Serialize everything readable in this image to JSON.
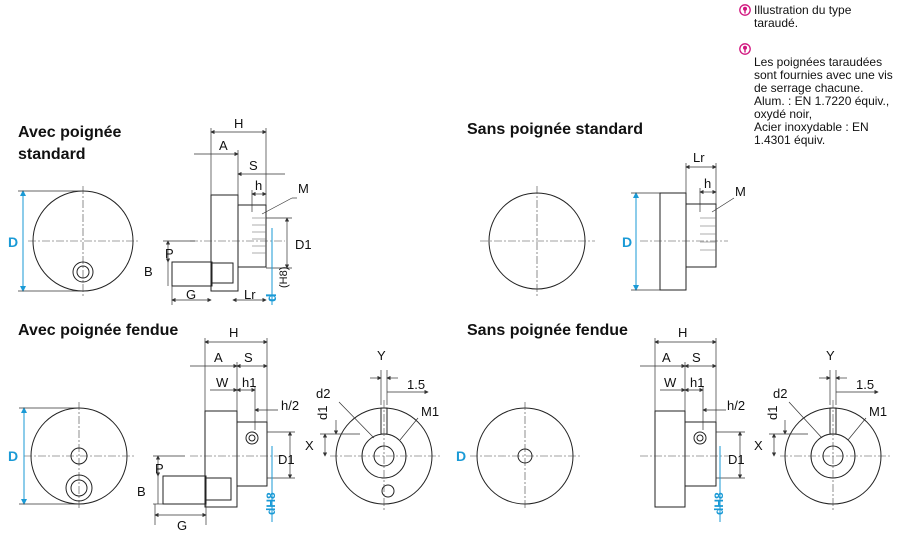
{
  "sections": {
    "avec_standard": "Avec poignée\nstandard",
    "sans_standard": "Sans poignée standard",
    "avec_fendue": "Avec poignée fendue",
    "sans_fendue": "Sans poignée fendue"
  },
  "notes": [
    "Illustration du type taraudé.",
    "Les poignées taraudées sont fournies avec une vis de serrage chacune.\nAlum. : EN 1.7220 équiv., oxydé noir,\nAcier inoxydable : EN 1.4301 équiv."
  ],
  "labels": {
    "H": "H",
    "A": "A",
    "S": "S",
    "h": "h",
    "M": "M",
    "Lr": "Lr",
    "P": "P",
    "B": "B",
    "G": "G",
    "D": "D",
    "D1": "D1",
    "d": "d",
    "dH8_paren": "(H8)",
    "dH8": "dH8",
    "W": "W",
    "h1": "h1",
    "h_half": "h/2",
    "Y": "Y",
    "X": "X",
    "d1": "d1",
    "d2": "d2",
    "M1": "M1",
    "val_1_5": "1.5"
  },
  "colors": {
    "accent": "#1a9ad6",
    "icon": "#d1157e"
  },
  "icons": {
    "note": "pin-info-icon"
  }
}
